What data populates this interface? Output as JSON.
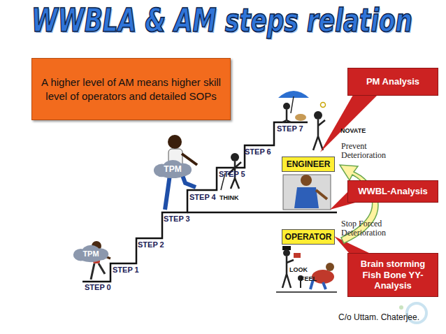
{
  "diagram": {
    "title": "WWBLA & AM steps relation",
    "nodes": [
      {
        "text": [
          "A higher level of AM means higher skill level of operators and detailed SOPs"
        ]
      },
      {
        "text": [
          "PM Analysis"
        ]
      },
      {
        "text": [
          "TPM"
        ]
      },
      {
        "text": [
          "ENGINEER"
        ]
      },
      {
        "text": [
          "WWBL-Analysis"
        ]
      },
      {
        "text": [
          "OPERATOR"
        ]
      },
      {
        "text": [
          "TPM"
        ]
      },
      {
        "text": [
          "Brain storming Fish Bone YY-Analysis"
        ]
      }
    ],
    "labels": [
      "STEP 7",
      "NOVATE",
      "Prevent Deterioration",
      "STEP 6",
      "STEP 5",
      "THINK",
      "STEP 4",
      "STEP 3",
      "Stop Forced Deterioration",
      "STEP 2",
      "LOOK",
      "FEEL",
      "STEP 1",
      "STEP 0",
      "C/o Uttam. Chaterjee."
    ]
  }
}
